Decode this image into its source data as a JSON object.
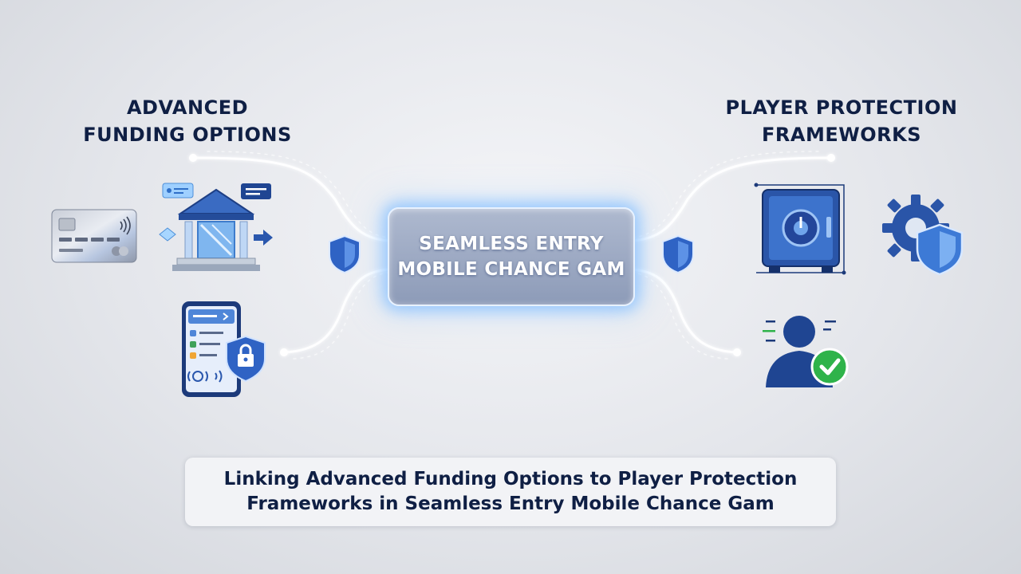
{
  "left_heading": {
    "line1": "ADVANCED",
    "line2": "FUNDING OPTIONS"
  },
  "right_heading": {
    "line1": "PLAYER PROTECTION",
    "line2": "FRAMEWORKS"
  },
  "center": {
    "line1": "SEAMLESS ENTRY",
    "line2": "MOBILE CHANCE GAM"
  },
  "caption": {
    "line1": "Linking Advanced Funding Options to Player Protection",
    "line2": "Frameworks in Seamless Entry Mobile Chance Gam"
  },
  "icons": {
    "left": [
      "credit-card-icon",
      "bank-icon",
      "mobile-wallet-lock-icon"
    ],
    "connectors": [
      "shield-icon",
      "shield-icon"
    ],
    "right": [
      "safe-vault-icon",
      "gear-shield-icon",
      "verified-user-icon"
    ]
  },
  "colors": {
    "heading_text": "#0f1f44",
    "accent_blue": "#2f5fb8",
    "glow": "#8ec4ff",
    "check_green": "#2fb34a",
    "center_box": "#97a5c0"
  }
}
